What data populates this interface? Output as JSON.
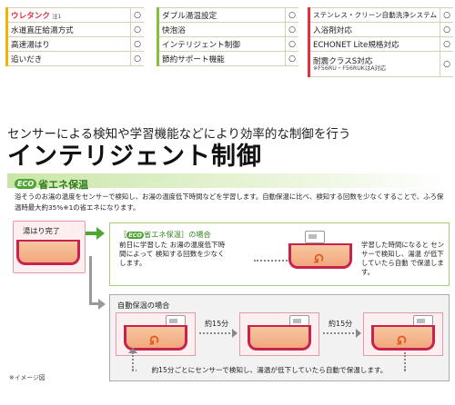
{
  "features": {
    "column1": [
      {
        "label": "ウレタンク",
        "note": "注1",
        "mark": "○"
      },
      {
        "label": "水道直圧給湯方式",
        "mark": "○"
      },
      {
        "label": "高速湯はり",
        "mark": "○"
      },
      {
        "label": "追いだき",
        "mark": "○"
      }
    ],
    "column2": [
      {
        "label": "ダブル湯温設定",
        "mark": "○"
      },
      {
        "label": "快泡浴",
        "mark": "○"
      },
      {
        "label": "インテリジェント制御",
        "mark": "○"
      },
      {
        "label": "節約サポート機能",
        "mark": "○"
      }
    ],
    "column3": [
      {
        "label": "ステンレス・クリーン自動洗浄システム",
        "mark": "○"
      },
      {
        "label": "入浴剤対応",
        "mark": "○"
      },
      {
        "label": "ECHONET Lite規格対応",
        "mark": "○"
      },
      {
        "label": "耐震クラスS対応",
        "sub": "※F56RU・F56RUKはA対応",
        "mark": "○"
      }
    ]
  },
  "heading": {
    "subtitle": "センサーによる検知や学習機能などにより効率的な制御を行う",
    "title": "インテリジェント制御"
  },
  "section": {
    "eco_badge": "ECO",
    "label": "省エネ保温",
    "description": "浴そうのお湯の温度をセンサーで検知し、お湯の温度低下時間などを学習します。自動保温に比べ、検知する回数を少なくすることで、ふろ保温時最大約35%※1の省エネになります。"
  },
  "diagram": {
    "filling_label": "湯はり完了",
    "eco_panel": {
      "badge": "ECO",
      "title": "省エネ保温］の場合",
      "title_prefix": "［",
      "left_text": "前日に学習した お湯の温度低下時間によって 検知する回数を少なくします。",
      "right_text": "学習した時間になると センサーで検知し、湯温 が低下していたら自動 で保温します。"
    },
    "auto_panel": {
      "title": "自動保温の場合",
      "interval1": "約15分",
      "interval2": "約15分",
      "loop_text": "約15分ごとにセンサーで検知し、湯温が低下していたら自動で保温します。"
    },
    "image_note": "※イメージ図"
  },
  "colors": {
    "eco_green": "#4ea533",
    "accent_red": "#e2313b",
    "tub_border": "#c8234e"
  }
}
